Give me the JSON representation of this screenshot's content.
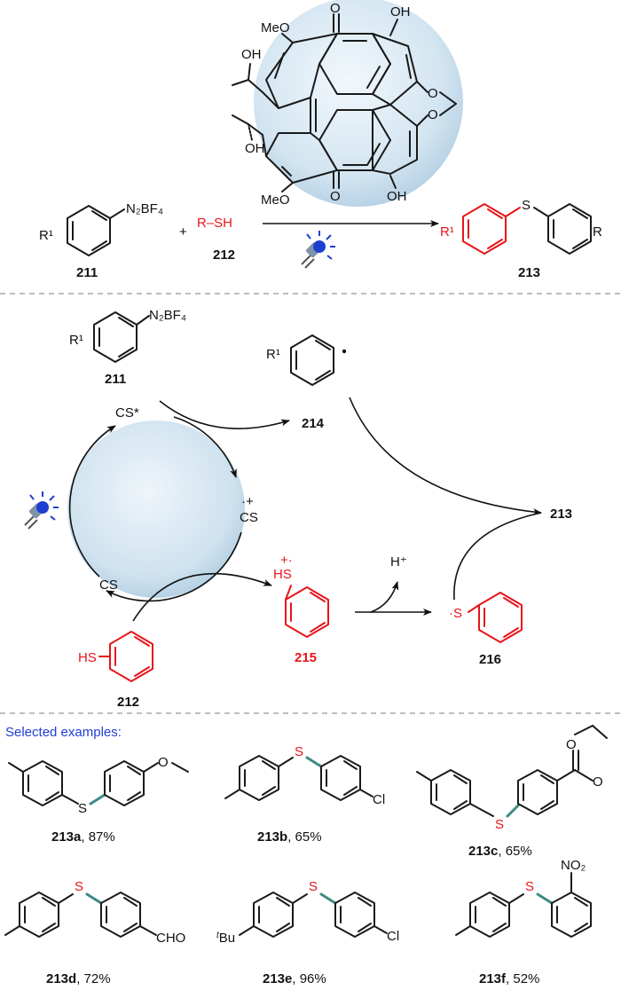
{
  "colors": {
    "product_red": "#e8141b",
    "new_bond_teal": "#3b8a82",
    "examples_heading_blue": "#1f3fd6",
    "photocatalyst_sphere": "#cfe2ef"
  },
  "photocatalyst": {
    "labels": {
      "meo_top": "MeO",
      "meo_bottom": "MeO",
      "oh_top_chain": "OH",
      "oh_bottom_chain": "OH",
      "o_top": "O",
      "o_bottom": "O",
      "oh_top_right": "OH",
      "oh_bottom_right": "OH"
    }
  },
  "reaction": {
    "diazonium_group": "N₂BF₄",
    "r1": "R¹",
    "plus": "+",
    "thiol": "R–SH",
    "r_product": "R",
    "s_product": "S",
    "light_icon": "blue-led-icon",
    "compounds": {
      "c211": "211",
      "c212": "212",
      "c213": "213"
    }
  },
  "mechanism": {
    "diazonium_group": "N₂BF₄",
    "r1": "R¹",
    "c211": "211",
    "aryl_radical": "214",
    "cs_excited": "CS*",
    "cs_radical_cation": "CS",
    "radical_cation_mark": "·+",
    "cs_ground": "CS",
    "thiophenol_label": "HS",
    "c212": "212",
    "radical_cation_thiol": "HS",
    "c215": "215",
    "proton": "H⁺",
    "thiyl_s": "·S",
    "c216": "216",
    "product": "213"
  },
  "examples": {
    "heading": "Selected examples:",
    "items": [
      {
        "id": "213a",
        "yield": ", 87%"
      },
      {
        "id": "213b",
        "yield": ", 65%"
      },
      {
        "id": "213c",
        "yield": ", 65%"
      },
      {
        "id": "213d",
        "yield": ", 72%"
      },
      {
        "id": "213e",
        "yield": ", 96%"
      },
      {
        "id": "213f",
        "yield": ", 52%"
      }
    ],
    "labels": {
      "o": "O",
      "cl": "Cl",
      "cho": "CHO",
      "tbu_prefix": "t",
      "tbu": "Bu",
      "no2": "NO₂",
      "s": "S"
    }
  }
}
